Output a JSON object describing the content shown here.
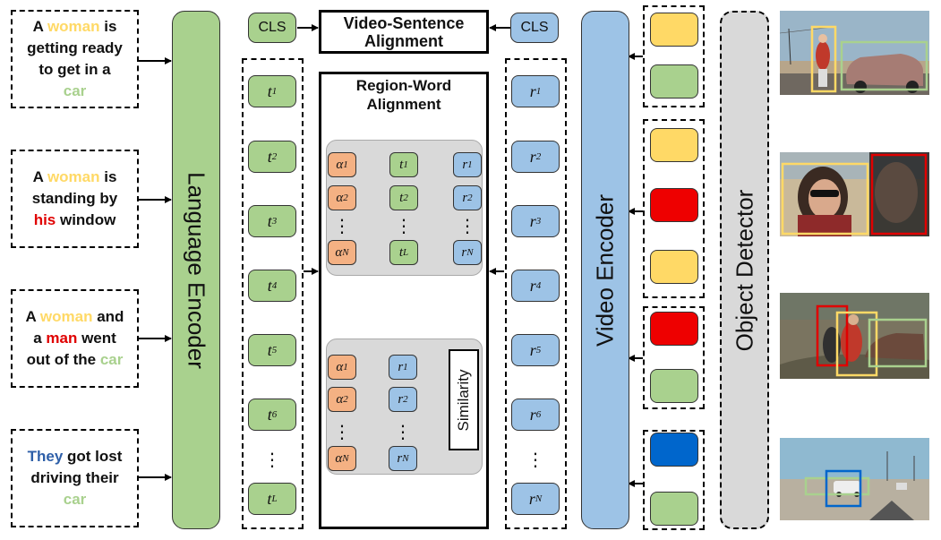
{
  "sentences": [
    {
      "lines": [
        [
          {
            "t": "A "
          },
          {
            "t": "woman",
            "c": "#ffd966"
          },
          {
            "t": " is"
          }
        ],
        [
          {
            "t": "getting ready"
          }
        ],
        [
          {
            "t": "to get in a"
          }
        ],
        [
          {
            "t": "car",
            "c": "#a9d18e"
          }
        ]
      ]
    },
    {
      "lines": [
        [
          {
            "t": "A "
          },
          {
            "t": "woman",
            "c": "#ffd966"
          },
          {
            "t": " is"
          }
        ],
        [
          {
            "t": "standing by"
          }
        ],
        [
          {
            "t": "his",
            "c": "#e00000"
          },
          {
            "t": " window"
          }
        ]
      ]
    },
    {
      "lines": [
        [
          {
            "t": "A "
          },
          {
            "t": "woman",
            "c": "#ffd966"
          },
          {
            "t": " and"
          }
        ],
        [
          {
            "t": "a "
          },
          {
            "t": "man",
            "c": "#e00000"
          },
          {
            "t": " went"
          }
        ],
        [
          {
            "t": "out of the "
          },
          {
            "t": "car",
            "c": "#a9d18e"
          }
        ]
      ]
    },
    {
      "lines": [
        [
          {
            "t": "They",
            "c": "#2e5fa8"
          },
          {
            "t": " got lost"
          }
        ],
        [
          {
            "t": "driving their"
          }
        ],
        [
          {
            "t": "car",
            "c": "#a9d18e"
          }
        ]
      ]
    }
  ],
  "language_encoder": {
    "label": "Language Encoder"
  },
  "video_encoder": {
    "label": "Video Encoder"
  },
  "object_detector": {
    "label": "Object Detector"
  },
  "cls_label": "CLS",
  "video_sentence": {
    "line1": "Video-Sentence",
    "line2": "Alignment"
  },
  "region_word": {
    "line1": "Region-Word",
    "line2": "Alignment"
  },
  "similarity_label": "Similarity",
  "text_tokens": [
    {
      "b": "t",
      "s": "1"
    },
    {
      "b": "t",
      "s": "2"
    },
    {
      "b": "t",
      "s": "3"
    },
    {
      "b": "t",
      "s": "4"
    },
    {
      "b": "t",
      "s": "5"
    },
    {
      "b": "t",
      "s": "6"
    },
    {
      "dots": "⋮"
    },
    {
      "b": "t",
      "s": "L"
    }
  ],
  "region_tokens": [
    {
      "b": "r",
      "s": "1"
    },
    {
      "b": "r",
      "s": "2"
    },
    {
      "b": "r",
      "s": "3"
    },
    {
      "b": "r",
      "s": "4"
    },
    {
      "b": "r",
      "s": "5"
    },
    {
      "b": "r",
      "s": "6"
    },
    {
      "dots": "⋮"
    },
    {
      "b": "r",
      "s": "N"
    }
  ],
  "panel_top": {
    "alpha": [
      {
        "b": "α",
        "s": "1"
      },
      {
        "b": "α",
        "s": "2"
      },
      {
        "dots": "⋮"
      },
      {
        "b": "α",
        "s": "N"
      }
    ],
    "t": [
      {
        "b": "t",
        "s": "1"
      },
      {
        "b": "t",
        "s": "2"
      },
      {
        "dots": "⋮"
      },
      {
        "b": "t",
        "s": "L"
      }
    ],
    "r": [
      {
        "b": "r",
        "s": "1"
      },
      {
        "b": "r",
        "s": "2"
      },
      {
        "dots": "⋮"
      },
      {
        "b": "r",
        "s": "N"
      }
    ]
  },
  "panel_bottom": {
    "alpha": [
      {
        "b": "α",
        "s": "1"
      },
      {
        "b": "α",
        "s": "2"
      },
      {
        "dots": "⋮"
      },
      {
        "b": "α",
        "s": "N"
      }
    ],
    "r": [
      {
        "b": "r",
        "s": "1"
      },
      {
        "b": "r",
        "s": "2"
      },
      {
        "dots": "⋮"
      },
      {
        "b": "r",
        "s": "N"
      }
    ]
  },
  "colors": {
    "green": "#a9d18e",
    "blue": "#9dc3e6",
    "orange": "#f4b183",
    "gray": "#d9d9d9",
    "yellow": "#ffd966",
    "red": "#ee0000",
    "dark_blue": "#0066cc"
  },
  "region_groups": [
    [
      "yellow",
      "green"
    ],
    [
      "yellow",
      "red",
      "yellow"
    ],
    [
      "red",
      "green"
    ],
    [
      "dark_blue",
      "green"
    ]
  ]
}
